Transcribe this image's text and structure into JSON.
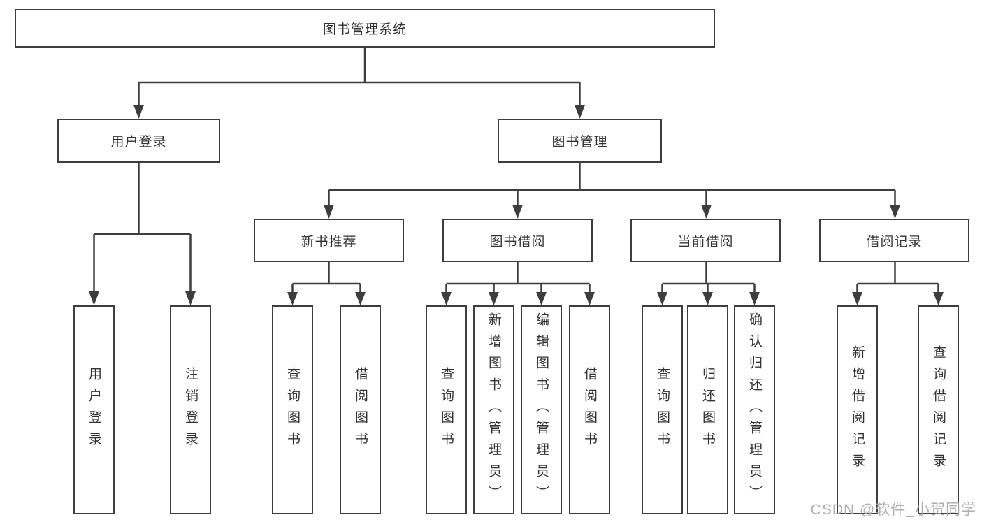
{
  "diagram_title": "图书管理系统",
  "nodes": {
    "root": {
      "label": "图书管理系统"
    },
    "user_login": {
      "label": "用户登录",
      "parent": "root"
    },
    "book_mgmt": {
      "label": "图书管理",
      "parent": "root"
    },
    "new_book_rec": {
      "label": "新书推荐",
      "parent": "book_mgmt"
    },
    "book_borrow": {
      "label": "图书借阅",
      "parent": "book_mgmt"
    },
    "current_borrow": {
      "label": "当前借阅",
      "parent": "book_mgmt"
    },
    "borrow_record": {
      "label": "借阅记录",
      "parent": "book_mgmt"
    },
    "leaf_user_login": {
      "label": "用户登录",
      "parent": "user_login"
    },
    "leaf_logout_login": {
      "label": "注销登录",
      "parent": "user_login"
    },
    "leaf_query_book_rec": {
      "label": "查询图书",
      "parent": "new_book_rec"
    },
    "leaf_borrow_book_rec": {
      "label": "借阅图书",
      "parent": "new_book_rec"
    },
    "leaf_query_book_borrow": {
      "label": "查询图书",
      "parent": "book_borrow"
    },
    "leaf_add_book": {
      "label": "新增图书（管理员）",
      "parent": "book_borrow"
    },
    "leaf_edit_book": {
      "label": "编辑图书（管理员）",
      "parent": "book_borrow"
    },
    "leaf_borrow_book": {
      "label": "借阅图书",
      "parent": "book_borrow"
    },
    "leaf_query_book_current": {
      "label": "查询图书",
      "parent": "current_borrow"
    },
    "leaf_return_book": {
      "label": "归还图书",
      "parent": "current_borrow"
    },
    "leaf_confirm_return": {
      "label": "确认归还（管理员）",
      "parent": "current_borrow"
    },
    "leaf_add_borrow_record": {
      "label": "新增借阅记录",
      "parent": "borrow_record"
    },
    "leaf_query_borrow_record": {
      "label": "查询借阅记录",
      "parent": "borrow_record"
    }
  },
  "watermark": {
    "text": "CSDN @软件_小贺同学"
  },
  "colors": {
    "line": "#3d3d3d",
    "box_border": "#3d3d3d",
    "text": "#333333",
    "background": "#ffffff",
    "watermark": "#a8a8a8"
  }
}
